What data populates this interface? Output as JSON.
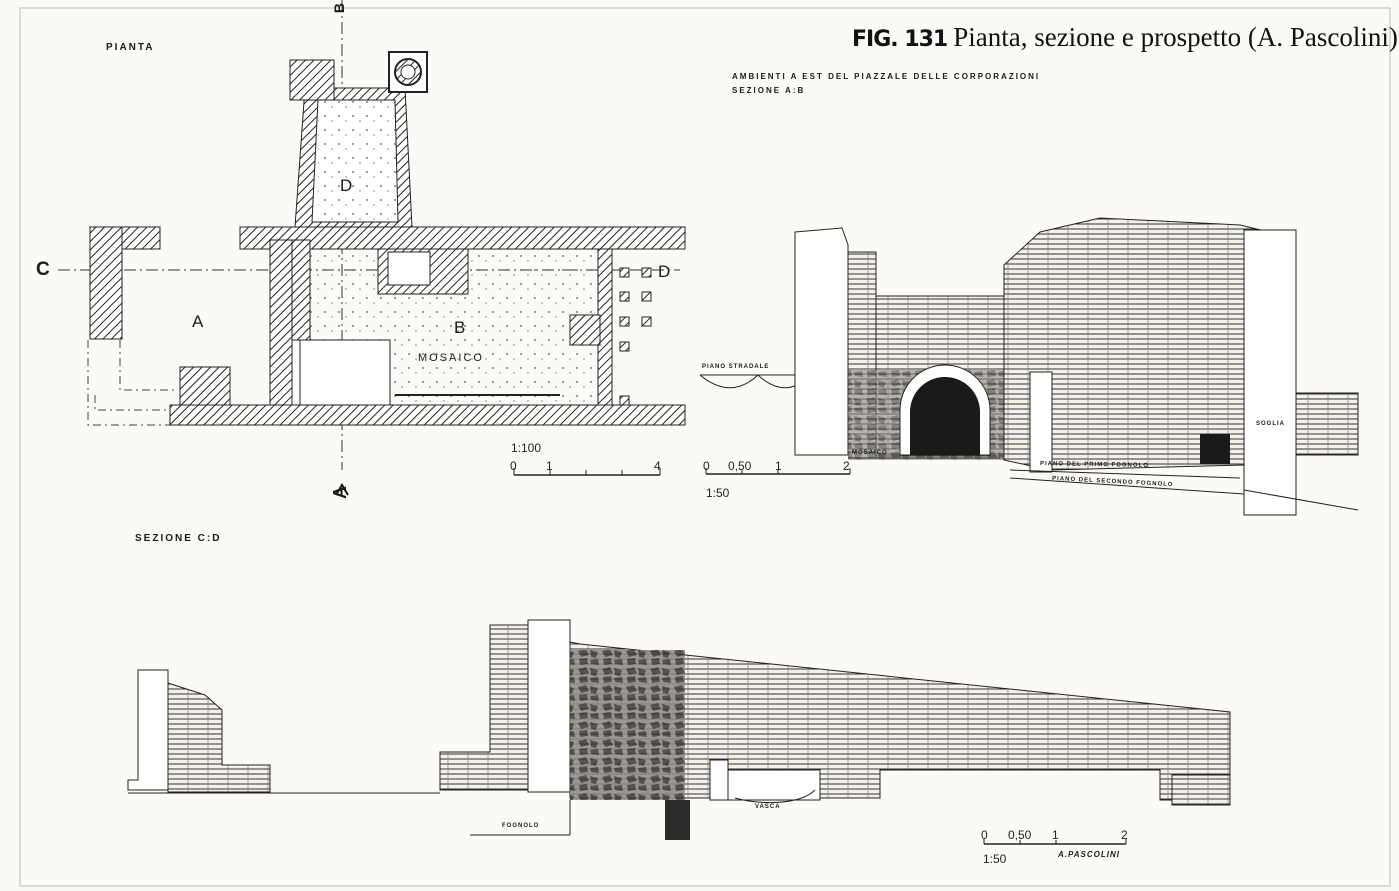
{
  "figure": {
    "number": "FIG. 131",
    "caption": "Pianta, sezione e prospetto (A. Pascolini)."
  },
  "plan": {
    "heading": "PIANTA",
    "rooms": {
      "a": "A",
      "b": "B",
      "d": "D"
    },
    "section_marks": {
      "c": "C",
      "d": "D",
      "a": "A",
      "b": "B"
    },
    "mosaic_label": "MOSAICO",
    "scale": {
      "ratio": "1:100",
      "ticks": [
        "0",
        "1",
        "4"
      ]
    }
  },
  "section_ab": {
    "title_line1": "AMBIENTI A EST DEL PIAZZALE DELLE CORPORAZIONI",
    "title_line2": "SEZIONE A:B",
    "labels": {
      "street": "PIANO STRADALE",
      "mosaic": "MOSAICO",
      "threshold": "SOGLIA",
      "first_drain": "PIANO DEL PRIMO FOGNOLO",
      "second_drain": "PIANO DEL SECONDO FOGNOLO"
    },
    "scale": {
      "ticks": [
        "0",
        "0,50",
        "1",
        "2"
      ],
      "ratio": "1:50"
    }
  },
  "section_cd": {
    "heading": "SEZIONE C:D",
    "labels": {
      "drain": "FOGNOLO",
      "basin": "VASCA"
    },
    "scale": {
      "ticks": [
        "0",
        "0,50",
        "1",
        "2"
      ],
      "ratio": "1:50"
    },
    "author": "A.PASCOLINI"
  }
}
